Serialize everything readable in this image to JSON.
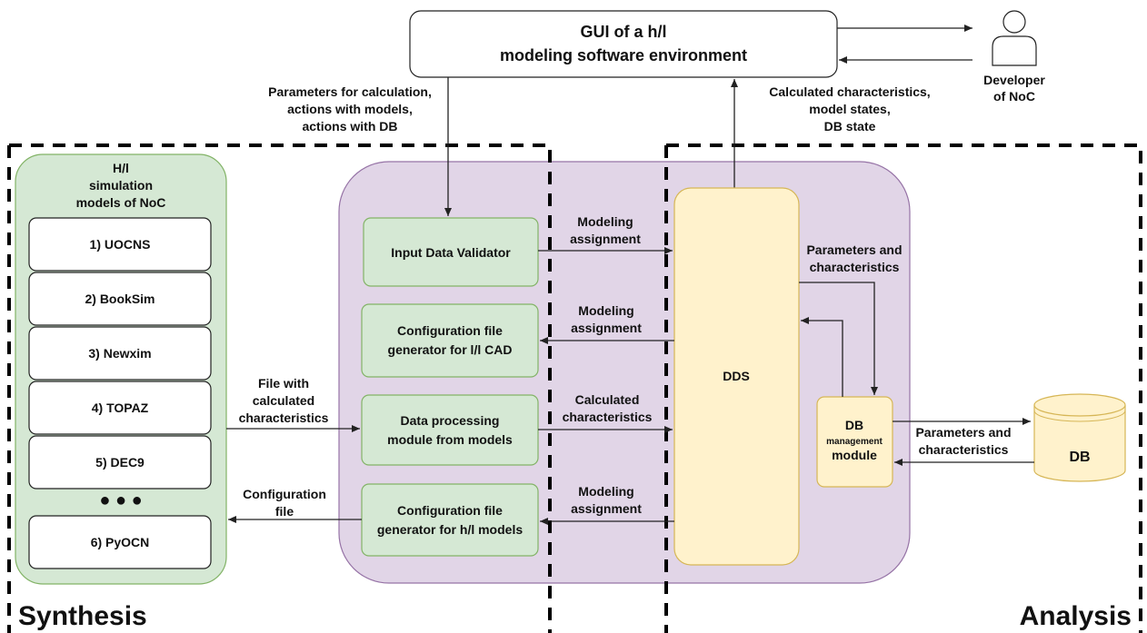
{
  "gui": {
    "line1": "GUI of a h/l",
    "line2": "modeling software environment"
  },
  "developer": {
    "line1": "Developer",
    "line2": "of NoC"
  },
  "labels": {
    "params_calc": [
      "Parameters for calculation,",
      "actions with models,",
      "actions with DB"
    ],
    "calc_chars": [
      "Calculated characteristics,",
      "model states,",
      "DB state"
    ],
    "file_with": [
      "File with",
      "calculated",
      "characteristics"
    ],
    "config_file": [
      "Configuration",
      "file"
    ],
    "modeling_assignment_1": [
      "Modeling",
      "assignment"
    ],
    "modeling_assignment_2": [
      "Modeling",
      "assignment"
    ],
    "calculated_characteristics": [
      "Calculated",
      "characteristics"
    ],
    "modeling_assignment_3": [
      "Modeling",
      "assignment"
    ],
    "params_chars_1": [
      "Parameters and",
      "characteristics"
    ],
    "params_chars_2": [
      "Parameters and",
      "characteristics"
    ]
  },
  "models_panel": {
    "title": [
      "H/l",
      "simulation",
      "models of NoC"
    ],
    "items": [
      "1) UOCNS",
      "2) BookSim",
      "3) Newxim",
      "4) TOPAZ",
      "5) DEC9",
      "6) PyOCN"
    ],
    "ellipsis": "● ● ●"
  },
  "modules": {
    "validator": [
      "Input Data Validator"
    ],
    "cfg_cad": [
      "Configuration file",
      "generator for l/l CAD"
    ],
    "processing": [
      "Data processing",
      "module from models"
    ],
    "cfg_hl": [
      "Configuration file",
      "generator for h/l models"
    ]
  },
  "dds": "DDS",
  "db_module": {
    "line1": "DB",
    "line2": "management",
    "line3": "module"
  },
  "db": "DB",
  "regions": {
    "synthesis": "Synthesis",
    "analysis": "Analysis"
  },
  "colors": {
    "green_fill": "#d5e8d4",
    "green_stroke": "#82b366",
    "purple_fill": "#e1d5e7",
    "purple_stroke": "#9673a6",
    "yellow_fill": "#fff2cc",
    "yellow_stroke": "#d6b656"
  }
}
